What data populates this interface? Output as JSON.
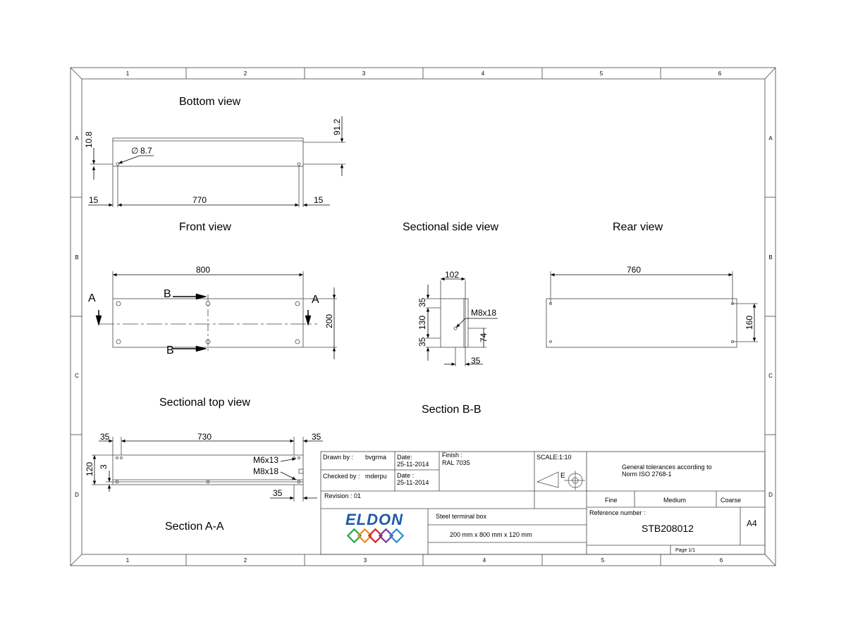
{
  "zones": {
    "columns": [
      "1",
      "2",
      "3",
      "4",
      "5",
      "6"
    ],
    "rows": [
      "A",
      "B",
      "C",
      "D"
    ]
  },
  "views": {
    "bottom": {
      "title": "Bottom view",
      "dims": {
        "height_total": "91.2",
        "edge": "10.8",
        "hole": "8.7",
        "left": "15",
        "mid": "770",
        "right": "15"
      }
    },
    "front": {
      "title": "Front view",
      "dims": {
        "width": "800",
        "height": "200"
      },
      "section_a": "A",
      "section_b": "B"
    },
    "side": {
      "title": "Sectional side view",
      "dims": {
        "depth": "102",
        "top": "35",
        "mid": "130",
        "bottom": "35",
        "thread": "M8x18",
        "offset": "74",
        "base": "35"
      },
      "caption": "Section B-B"
    },
    "rear": {
      "title": "Rear view",
      "dims": {
        "width": "760",
        "height": "160"
      }
    },
    "top": {
      "title": "Sectional top view",
      "dims": {
        "left": "35",
        "mid": "730",
        "right": "35",
        "depth": "120",
        "small": "3",
        "thread1": "M6x13",
        "thread2": "M8x18",
        "inner": "35"
      },
      "caption": "Section A-A"
    }
  },
  "title_block": {
    "drawn_by_label": "Drawn by :",
    "drawn_by": "bvgrma",
    "checked_by_label": "Checked by :",
    "checked_by": "mderpu",
    "date_label": "Date:",
    "date1": "25-11-2014",
    "date_label2": "Date :",
    "date2": "25-11-2014",
    "finish_label": "Finish :",
    "finish": "RAL 7035",
    "scale": "SCALE:1:10",
    "projection_symbol_letter": "E",
    "tolerance_line1": "General tolerances according to",
    "tolerance_line2": "Norm ISO 2768-1",
    "tolerance_fine": "Fine",
    "tolerance_medium": "Medium",
    "tolerance_coarse": "Coarse",
    "revision": "Revision : 01",
    "company": "ELDON",
    "description": "Steel terminal box",
    "size": "200 mm x 800 mm x 120 mm",
    "reference_label": "Reference number :",
    "reference": "STB208012",
    "paper": "A4",
    "page": "Page 1/1"
  },
  "colors": {
    "line": "#444444",
    "logo_blue": "#1e5aa8",
    "logo_green": "#2aa34a",
    "logo_orange": "#f08a1c",
    "logo_red": "#d6202a",
    "logo_purple": "#7a3a96",
    "logo_cyan": "#2a8fd0"
  }
}
